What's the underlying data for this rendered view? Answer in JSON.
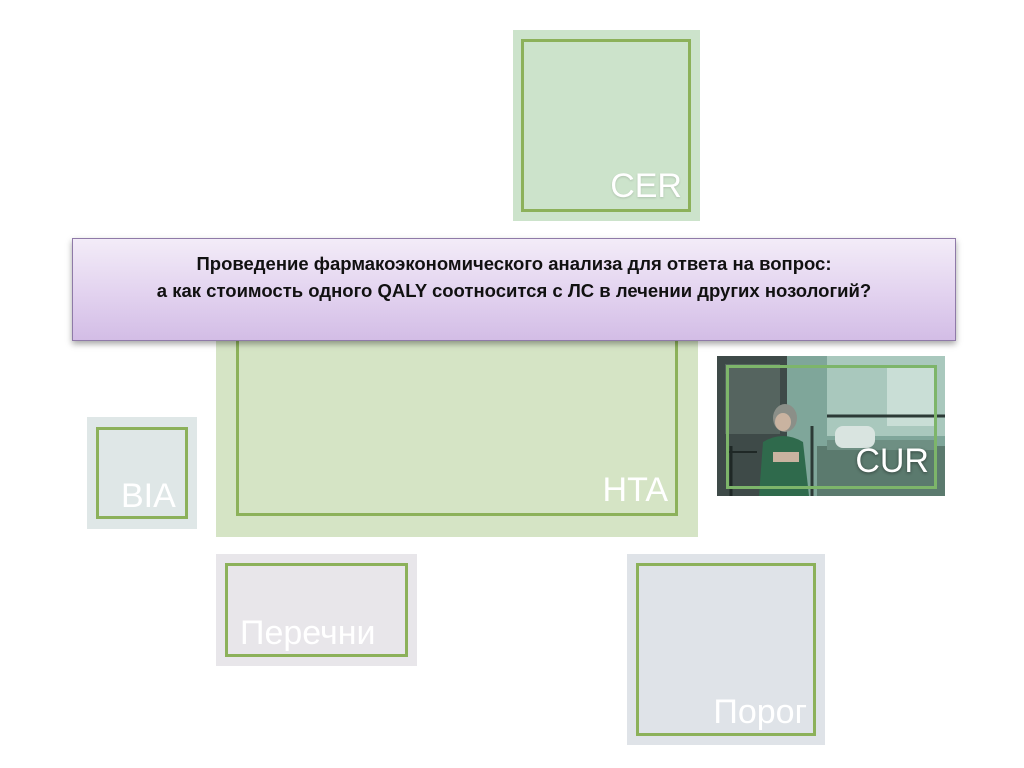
{
  "slide": {
    "question": {
      "line1": "Проведение  фармакоэкономического анализа для ответа на вопрос:",
      "line2": "а как стоимость одного QALY соотносится с ЛС в лечении других нозологий?"
    },
    "tiles": {
      "cer": {
        "label": "CER"
      },
      "hta": {
        "label": "HTA"
      },
      "bia": {
        "label": "BIA"
      },
      "cur": {
        "label": "CUR",
        "photo": "elderly-patient-photo"
      },
      "lists": {
        "label": "Перечни"
      },
      "threshold": {
        "label": "Порог"
      }
    },
    "colors": {
      "accent_border": "#8cb15a",
      "banner_fill": "#e2d2ef",
      "cer_fill": "#cce3cb",
      "hta_fill": "#d5e4c5"
    }
  }
}
